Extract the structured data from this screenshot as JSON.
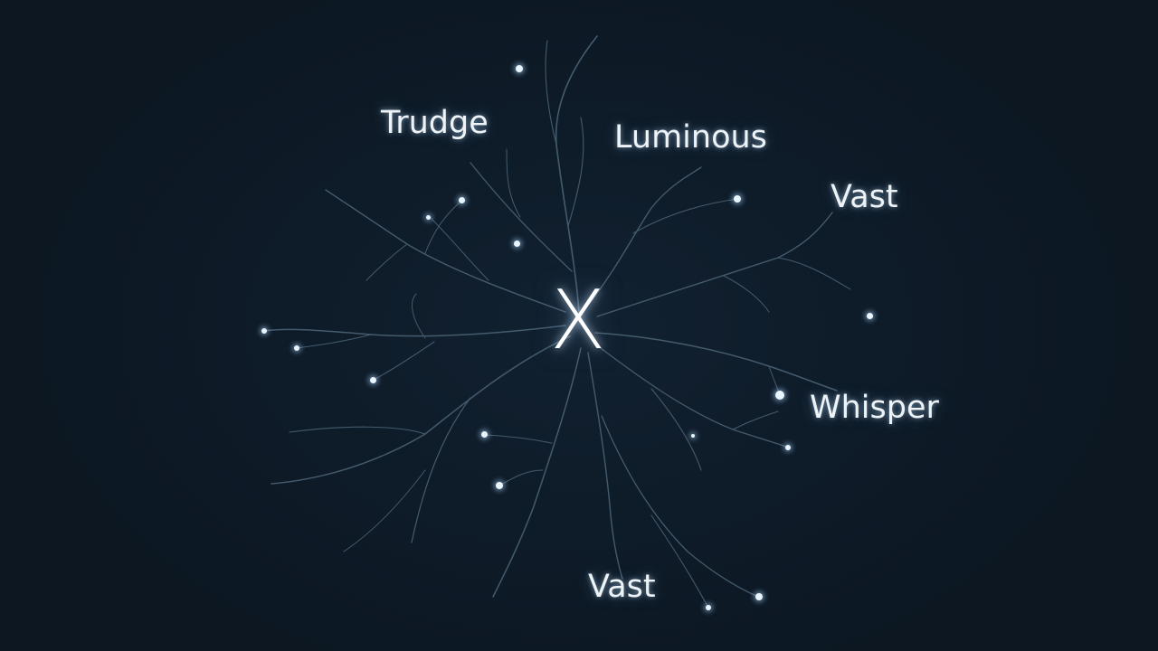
{
  "diagram": {
    "center": "X",
    "words": [
      "Trudge",
      "Luminous",
      "Vast",
      "Whisper",
      "Vast"
    ]
  }
}
